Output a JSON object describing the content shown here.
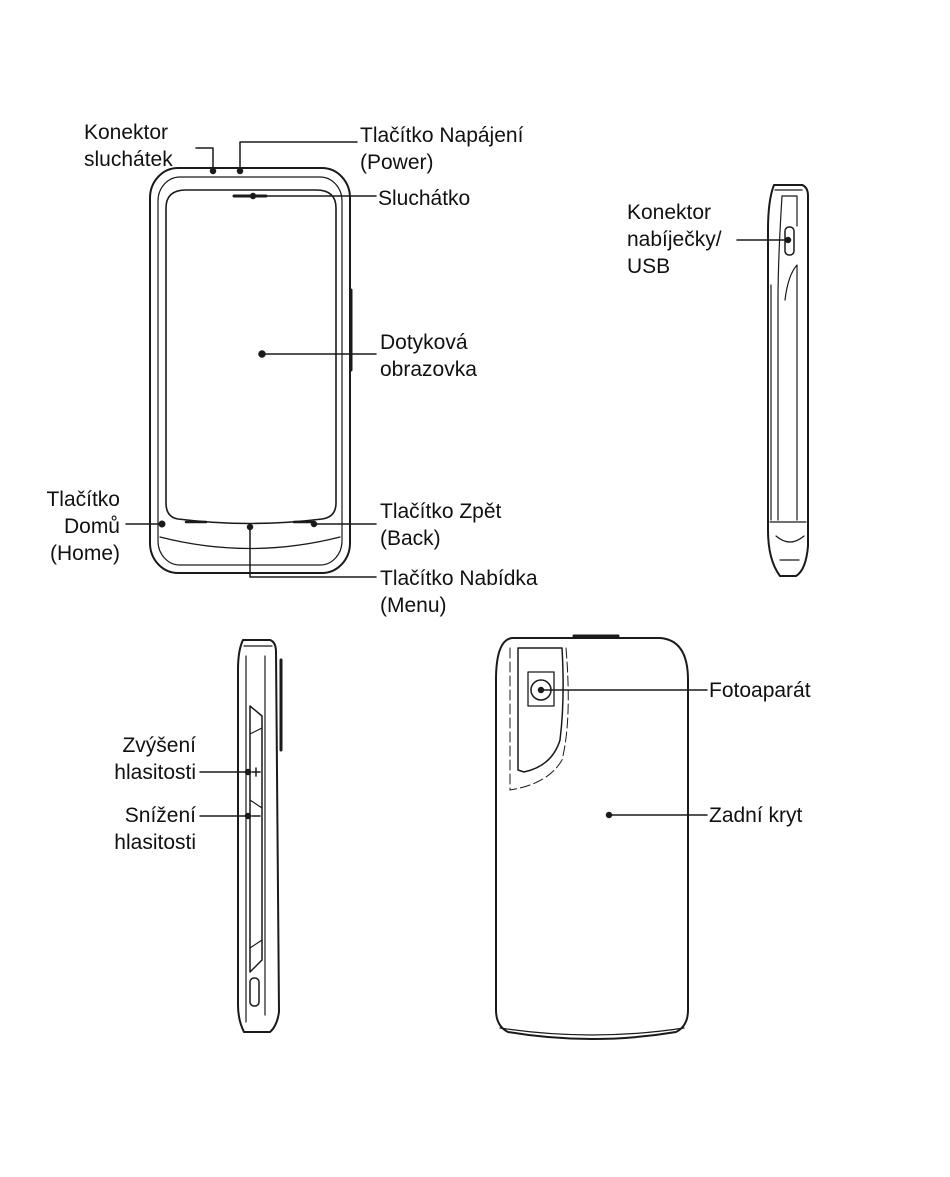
{
  "labels": {
    "headset_jack": [
      "Konektor",
      "sluchátek"
    ],
    "power_key": [
      "Tlačítko Napájení",
      "(Power)"
    ],
    "earpiece": [
      "Sluchátko"
    ],
    "charger_port": [
      "Konektor",
      "nabíječky/",
      "USB"
    ],
    "touchscreen": [
      "Dotyková",
      "obrazovka"
    ],
    "home_key": [
      "Tlačítko",
      "Domů",
      "(Home)"
    ],
    "back_key": [
      "Tlačítko Zpět",
      "(Back)"
    ],
    "menu_key": [
      "Tlačítko Nabídka",
      "(Menu)"
    ],
    "volume_up": [
      "Zvýšení",
      "hlasitosti"
    ],
    "volume_down": [
      "Snížení",
      "hlasitosti"
    ],
    "camera": [
      "Fotoaparát"
    ],
    "back_cover": [
      "Zadní kryt"
    ]
  },
  "colors": {
    "line": "#1a1a1a",
    "text": "#111111"
  }
}
